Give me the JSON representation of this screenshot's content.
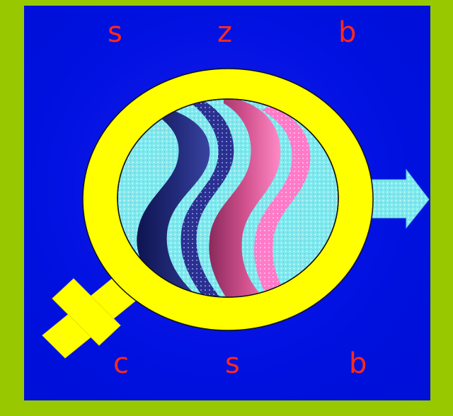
{
  "letters": {
    "top_left": "s",
    "top_center": "z",
    "top_right": "b",
    "bottom_left": "c",
    "bottom_center": "s",
    "bottom_right": "b"
  },
  "colors": {
    "frame": "#97c800",
    "panel": "#0011e0",
    "letters": "#ff2a1a",
    "ring": "#ffff00",
    "inner_fill": "#7fe9ee",
    "arrow": "#7fe9ee",
    "wave_navy": "#1c2470",
    "wave_pink": "#e05aa0"
  },
  "symbol": {
    "ring_icon": "female-symbol-icon",
    "arrow_icon": "right-arrow-icon"
  }
}
